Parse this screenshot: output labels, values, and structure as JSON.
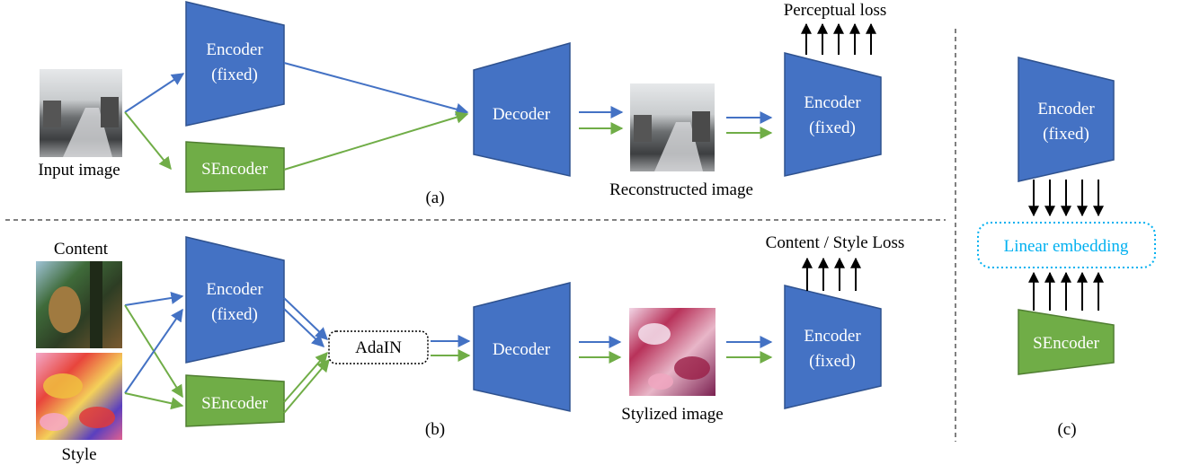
{
  "colors": {
    "encoder": "#4472c4",
    "sencoder": "#70ad47",
    "blue_arrow": "#4472c4",
    "green_arrow": "#70ad47",
    "embedding_border": "#00b0f0",
    "embedding_text": "#00b0f0",
    "black": "#000000"
  },
  "panel_a": {
    "input_label": "Input image",
    "encoder_line1": "Encoder",
    "encoder_line2": "(fixed)",
    "sencoder_label": "SEncoder",
    "decoder_label": "Decoder",
    "reconstructed_label": "Reconstructed image",
    "loss_encoder_line1": "Encoder",
    "loss_encoder_line2": "(fixed)",
    "loss_label": "Perceptual loss",
    "caption": "(a)"
  },
  "panel_b": {
    "content_label": "Content",
    "style_label": "Style",
    "encoder_line1": "Encoder",
    "encoder_line2": "(fixed)",
    "sencoder_label": "SEncoder",
    "adain_label": "AdaIN",
    "decoder_label": "Decoder",
    "stylized_label": "Stylized image",
    "loss_encoder_line1": "Encoder",
    "loss_encoder_line2": "(fixed)",
    "loss_label": "Content / Style Loss",
    "caption": "(b)"
  },
  "panel_c": {
    "encoder_line1": "Encoder",
    "encoder_line2": "(fixed)",
    "embedding_label": "Linear embedding",
    "sencoder_label": "SEncoder",
    "caption": "(c)"
  }
}
